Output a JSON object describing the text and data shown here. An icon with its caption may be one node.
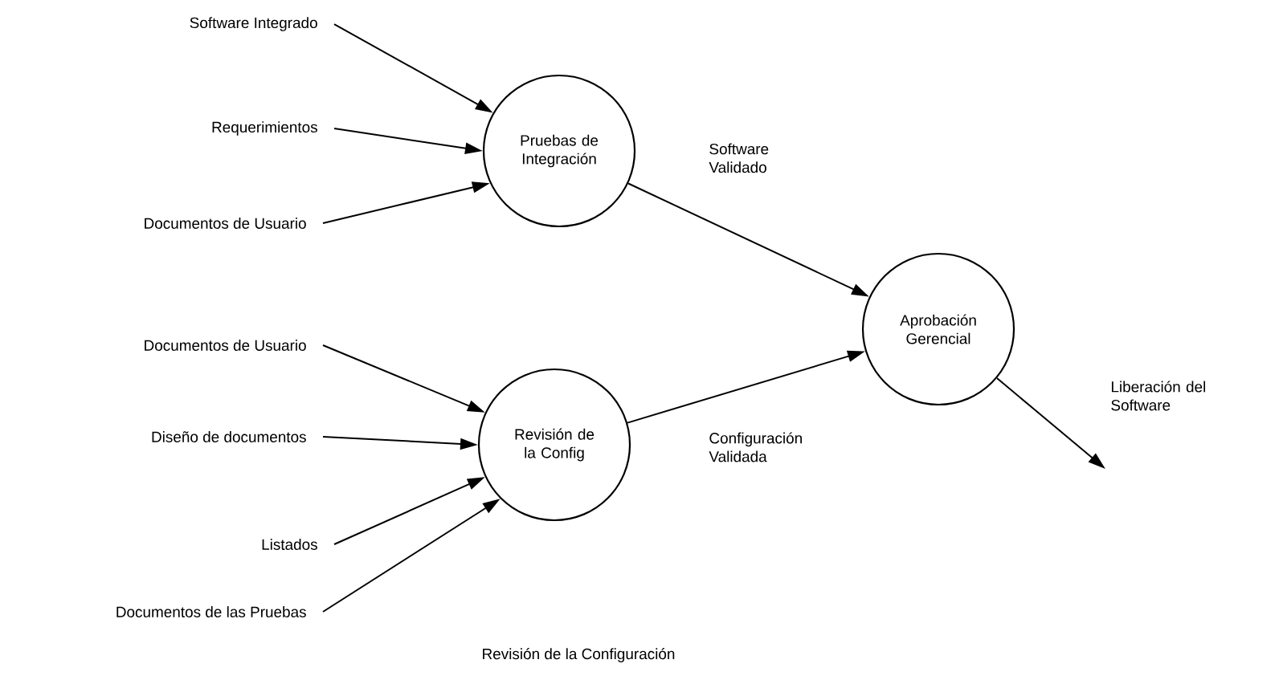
{
  "diagram": {
    "caption": "Revisión de la Configuración",
    "nodes": [
      {
        "text": [
          "Software Integrado"
        ]
      },
      {
        "text": [
          "Requerimientos"
        ]
      },
      {
        "text": [
          "Documentos de Usuario"
        ]
      },
      {
        "text": [
          "Pruebas de Integración"
        ]
      },
      {
        "text": [
          "Documentos de Usuario"
        ]
      },
      {
        "text": [
          "Diseño de documentos"
        ]
      },
      {
        "text": [
          "Listados"
        ]
      },
      {
        "text": [
          "Documentos de las Pruebas"
        ]
      },
      {
        "text": [
          "Revisión de la Config"
        ]
      },
      {
        "text": [
          "Aprobación Gerencial"
        ]
      }
    ],
    "edges": [
      {
        "from": 0,
        "to": 3,
        "arrow": "to"
      },
      {
        "from": 1,
        "to": 3,
        "arrow": "to"
      },
      {
        "from": 2,
        "to": 3,
        "arrow": "to"
      },
      {
        "from": 4,
        "to": 8,
        "arrow": "to"
      },
      {
        "from": 5,
        "to": 8,
        "arrow": "to"
      },
      {
        "from": 6,
        "to": 8,
        "arrow": "to"
      },
      {
        "from": 7,
        "to": 8,
        "arrow": "to"
      },
      {
        "from": 3,
        "to": 9,
        "arrow": "to",
        "label": "Software Validado"
      },
      {
        "from": 8,
        "to": 9,
        "arrow": "to",
        "label": "Configuración Validada"
      },
      {
        "from": 9,
        "to": null,
        "arrow": "to",
        "label": "Liberación del Software"
      }
    ]
  }
}
